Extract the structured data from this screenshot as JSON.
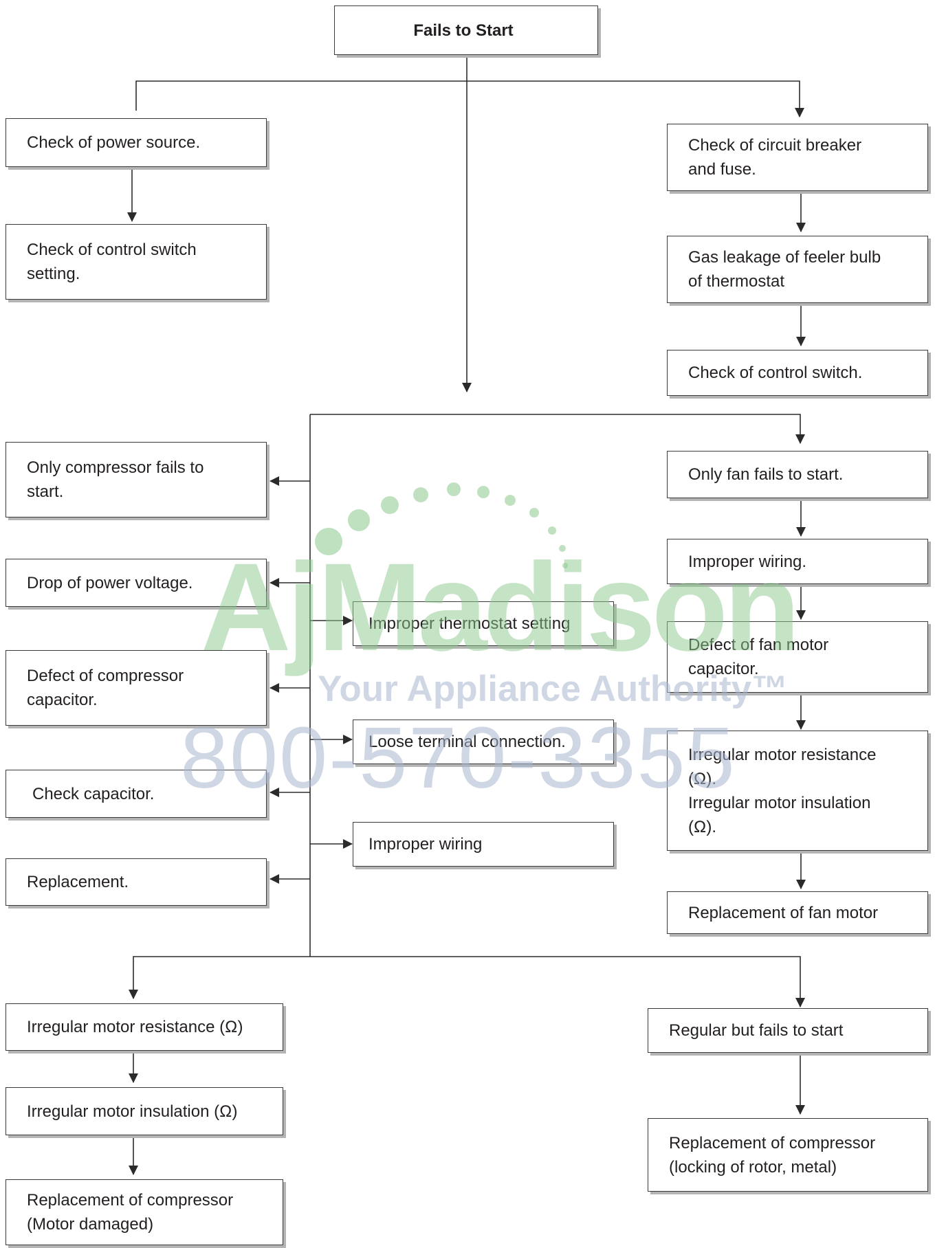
{
  "colors": {
    "line": "#2b2b2b",
    "box_border": "#3a3a3a",
    "shadow": "#b4b4b4",
    "watermark_green": "#8cc98c",
    "watermark_blue": "#a9b6cf"
  },
  "watermark": {
    "brand": "AjMadison",
    "tagline": "Your Appliance Authority™",
    "phone": "800-570-3355"
  },
  "flowchart": {
    "title": "Fails to Start",
    "power_source": "Check of power source.",
    "control_switch_setting": "Check of control switch\nsetting.",
    "circuit_breaker": "Check of circuit breaker\nand fuse.",
    "feeler_bulb": "Gas leakage of feeler bulb\nof thermostat",
    "control_switch": "Check of control switch.",
    "compressor_fails": "Only compressor fails to\nstart.",
    "drop_voltage": "Drop of power voltage.",
    "defect_compressor_capacitor": "Defect of compressor\ncapacitor.",
    "check_capacitor": "Check capacitor.",
    "replacement": "Replacement.",
    "thermostat_setting": "Improper thermostat setting",
    "loose_terminal": "Loose terminal connection.",
    "improper_wiring_center": "Improper wiring",
    "fan_fails": "Only fan fails to start.",
    "improper_wiring_fan": "Improper wiring.",
    "defect_fan_capacitor": "Defect of fan motor\ncapacitor.",
    "fan_motor_irregular": "Irregular motor resistance\n(Ω).\nIrregular motor insulation\n(Ω).",
    "replace_fan_motor": "Replacement of fan motor",
    "motor_resistance": "Irregular motor resistance (Ω)",
    "motor_insulation": "Irregular motor insulation (Ω)",
    "replace_compressor_damaged": "Replacement of compressor\n(Motor damaged)",
    "regular_fails": "Regular but fails to start",
    "replace_compressor_locking": "Replacement of compressor\n(locking of rotor, metal)"
  }
}
